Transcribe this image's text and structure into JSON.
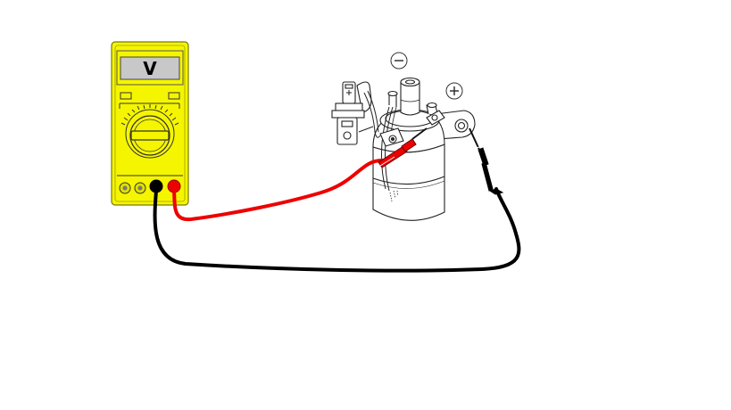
{
  "multimeter": {
    "display_text": "V",
    "body_color": "#f5f500",
    "display_color": "#c8c8c8",
    "jacks": [
      "common",
      "common",
      "com-black",
      "v-red"
    ]
  },
  "coil": {
    "negative_terminal_symbol": "⊖",
    "positive_terminal_symbol": "⊕"
  },
  "leads": {
    "red_color": "#ee0000",
    "black_color": "#000000"
  }
}
